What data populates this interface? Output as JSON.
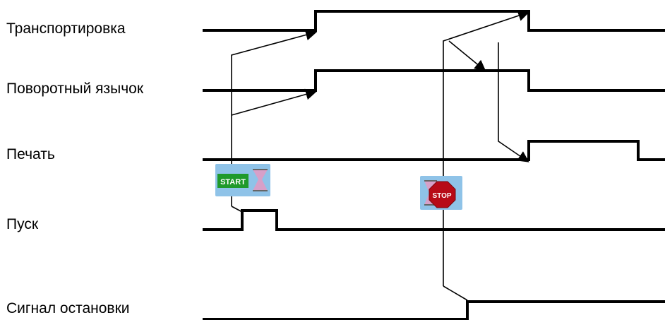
{
  "signals": [
    {
      "label": "Транспортировка"
    },
    {
      "label": "Поворотный язычок"
    },
    {
      "label": "Печать"
    },
    {
      "label": "Пуск"
    },
    {
      "label": "Сигнал остановки"
    }
  ],
  "icons": {
    "start": {
      "text": "START",
      "color": "#1f9a2b"
    },
    "stop": {
      "text": "STOP",
      "color": "#b70b17"
    }
  },
  "colors": {
    "line": "#000000",
    "icon_bg": "#8fc3e8",
    "hourglass": "#d7a0c8"
  }
}
